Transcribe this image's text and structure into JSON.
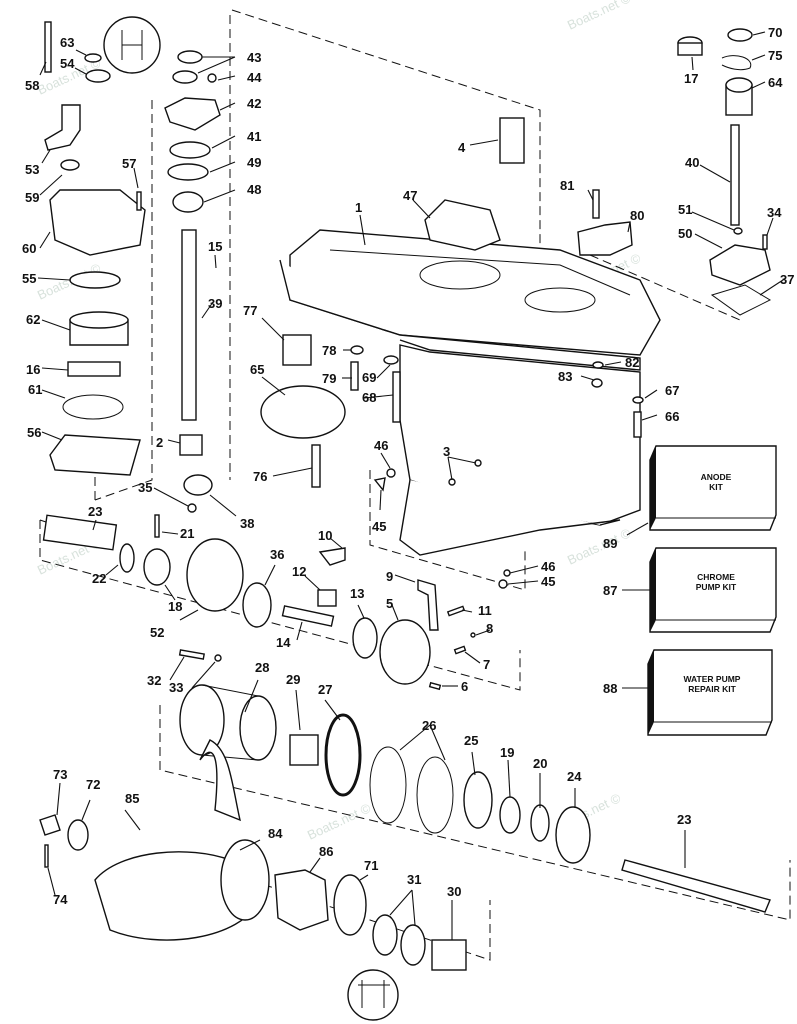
{
  "diagram": {
    "title": "Gearcase exploded parts diagram",
    "watermark": "Boats.net ©",
    "kits": [
      {
        "id": 89,
        "line1": "ANODE",
        "line2": "KIT"
      },
      {
        "id": 87,
        "line1": "CHROME",
        "line2": "PUMP KIT"
      },
      {
        "id": 88,
        "line1": "WATER PUMP",
        "line2": "REPAIR KIT"
      }
    ],
    "callouts": [
      {
        "n": "58"
      },
      {
        "n": "63"
      },
      {
        "n": "54"
      },
      {
        "n": "53"
      },
      {
        "n": "59"
      },
      {
        "n": "60"
      },
      {
        "n": "57"
      },
      {
        "n": "43"
      },
      {
        "n": "44"
      },
      {
        "n": "42"
      },
      {
        "n": "41"
      },
      {
        "n": "49"
      },
      {
        "n": "48"
      },
      {
        "n": "15"
      },
      {
        "n": "55"
      },
      {
        "n": "62"
      },
      {
        "n": "39"
      },
      {
        "n": "16"
      },
      {
        "n": "61"
      },
      {
        "n": "56"
      },
      {
        "n": "2"
      },
      {
        "n": "35"
      },
      {
        "n": "38"
      },
      {
        "n": "23"
      },
      {
        "n": "21"
      },
      {
        "n": "22"
      },
      {
        "n": "18"
      },
      {
        "n": "52"
      },
      {
        "n": "36"
      },
      {
        "n": "10"
      },
      {
        "n": "12"
      },
      {
        "n": "14"
      },
      {
        "n": "13"
      },
      {
        "n": "9"
      },
      {
        "n": "5"
      },
      {
        "n": "11"
      },
      {
        "n": "8"
      },
      {
        "n": "7"
      },
      {
        "n": "6"
      },
      {
        "n": "32"
      },
      {
        "n": "33"
      },
      {
        "n": "28"
      },
      {
        "n": "29"
      },
      {
        "n": "27"
      },
      {
        "n": "26"
      },
      {
        "n": "25"
      },
      {
        "n": "19"
      },
      {
        "n": "20"
      },
      {
        "n": "24"
      },
      {
        "n": "23"
      },
      {
        "n": "73"
      },
      {
        "n": "72"
      },
      {
        "n": "85"
      },
      {
        "n": "74"
      },
      {
        "n": "84"
      },
      {
        "n": "86"
      },
      {
        "n": "71"
      },
      {
        "n": "31"
      },
      {
        "n": "30"
      },
      {
        "n": "4"
      },
      {
        "n": "47"
      },
      {
        "n": "1"
      },
      {
        "n": "81"
      },
      {
        "n": "80"
      },
      {
        "n": "77"
      },
      {
        "n": "78"
      },
      {
        "n": "79"
      },
      {
        "n": "69"
      },
      {
        "n": "68"
      },
      {
        "n": "65"
      },
      {
        "n": "76"
      },
      {
        "n": "46"
      },
      {
        "n": "45"
      },
      {
        "n": "3"
      },
      {
        "n": "82"
      },
      {
        "n": "83"
      },
      {
        "n": "67"
      },
      {
        "n": "66"
      },
      {
        "n": "46"
      },
      {
        "n": "45"
      },
      {
        "n": "89"
      },
      {
        "n": "87"
      },
      {
        "n": "88"
      },
      {
        "n": "17"
      },
      {
        "n": "70"
      },
      {
        "n": "75"
      },
      {
        "n": "64"
      },
      {
        "n": "40"
      },
      {
        "n": "51"
      },
      {
        "n": "34"
      },
      {
        "n": "50"
      },
      {
        "n": "37"
      }
    ]
  }
}
